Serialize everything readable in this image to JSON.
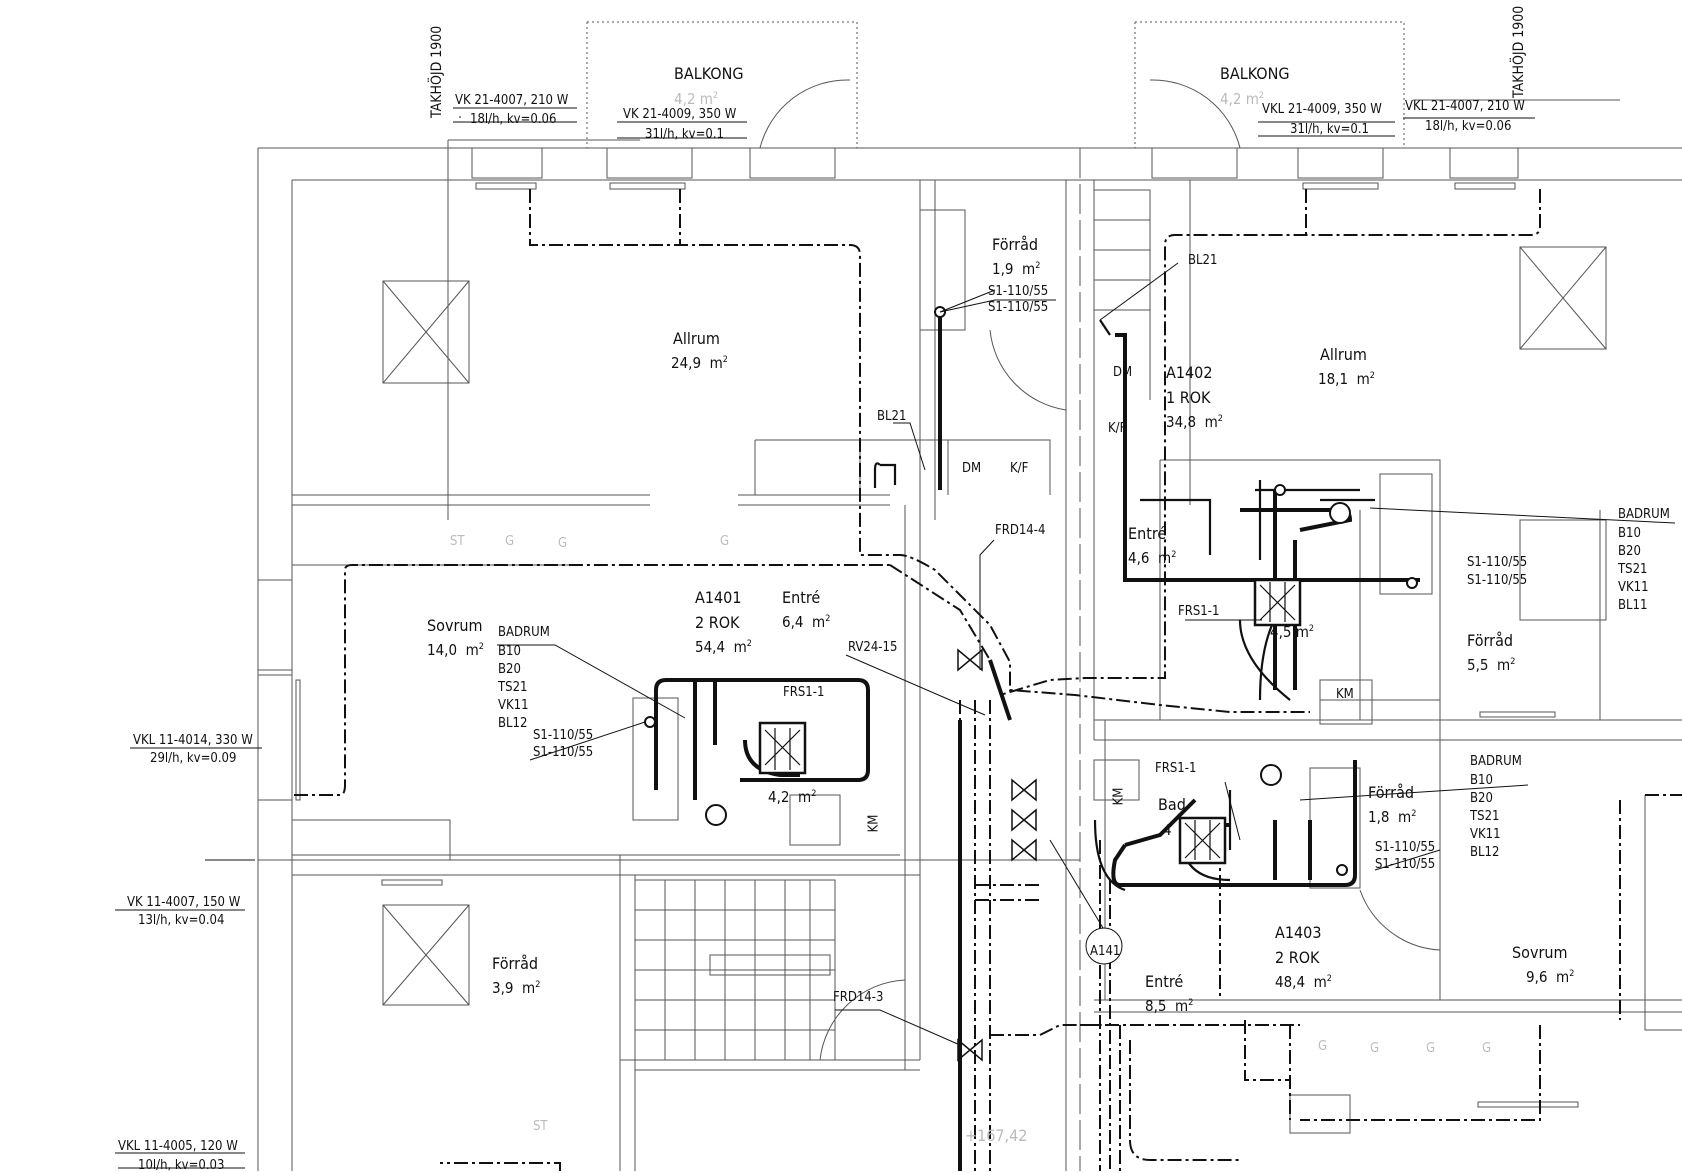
{
  "rooms": {
    "balkong_left": {
      "name": "BALKONG",
      "area": "4,2"
    },
    "balkong_right": {
      "name": "BALKONG",
      "area": "4,2"
    },
    "allrum_left": {
      "name": "Allrum",
      "area": "24,9"
    },
    "allrum_right": {
      "name": "Allrum",
      "area": "18,1"
    },
    "forrad_top": {
      "name": "Förråd",
      "area": "1,9"
    },
    "sovrum_left": {
      "name": "Sovrum",
      "area": "14,0"
    },
    "entre_left": {
      "name": "Entré",
      "area": "6,4"
    },
    "entre_right_top": {
      "name": "Entré",
      "area": "4,6"
    },
    "entre_bottom": {
      "name": "Entré",
      "area": "8,5"
    },
    "forrad_right": {
      "name": "Förråd",
      "area": "5,5"
    },
    "forrad_left_bottom": {
      "name": "Förråd",
      "area": "3,9"
    },
    "forrad_mid_right": {
      "name": "Förråd",
      "area": "1,8"
    },
    "sovrum_right": {
      "name": "Sovrum",
      "area": "9,6"
    },
    "bad_left_area": "4,2",
    "bad_right": {
      "name": "Bad",
      "area": "4"
    },
    "bad_top_right_area": "4,5"
  },
  "area_unit": "m",
  "apartments": {
    "a1401": {
      "id": "A1401",
      "type": "2 ROK",
      "area": "54,4"
    },
    "a1402": {
      "id": "A1402",
      "type": "1 ROK",
      "area": "34,8"
    },
    "a1403": {
      "id": "A1403",
      "type": "2 ROK",
      "area": "48,4"
    }
  },
  "radiators": {
    "vk_21_4007_left": {
      "code": "VK 21-4007, 210 W",
      "flow": "18l/h, kv=0.06"
    },
    "vk_21_4009_left": {
      "code": "VK 21-4009, 350 W",
      "flow": "31l/h, kv=0.1"
    },
    "vkl_21_4009_right": {
      "code": "VKL 21-4009, 350 W",
      "flow": "31l/h, kv=0.1"
    },
    "vkl_21_4007_right": {
      "code": "VKL 21-4007, 210 W",
      "flow": "18l/h, kv=0.06"
    },
    "vkl_11_4014": {
      "code": "VKL 11-4014, 330 W",
      "flow": "29l/h, kv=0.09"
    },
    "vk_11_4007": {
      "code": "VK 11-4007, 150 W",
      "flow": "13l/h, kv=0.04"
    },
    "vkl_11_4005": {
      "code": "VKL 11-4005, 120 W",
      "flow": "10l/h, kv=0.03"
    }
  },
  "ceiling_height": {
    "left": "TAKHÖJD 1900",
    "right": "TAKHÖJD 1900"
  },
  "drain_label": {
    "line1": "S1-110/55",
    "line2": "S1-110/55"
  },
  "badrum": {
    "title": "BADRUM",
    "items": [
      "B10",
      "B20",
      "TS21",
      "VK11",
      "BL12"
    ]
  },
  "badrum_right_top": {
    "title": "BADRUM",
    "items": [
      "B10",
      "B20",
      "TS21",
      "VK11",
      "BL11"
    ]
  },
  "tags": {
    "bl21": "BL21",
    "frd14_4": "FRD14-4",
    "frd14_3": "FRD14-3",
    "frs1_1": "FRS1-1",
    "rv24_15": "RV24-15",
    "a141": "A141",
    "dm": "DM",
    "kf": "K/F",
    "km": "KM",
    "st": "ST",
    "g": "G",
    "elevation": "+167,42"
  },
  "colors": {
    "line": "#111111",
    "thin": "#444444",
    "grey": "#bbbbbb"
  }
}
